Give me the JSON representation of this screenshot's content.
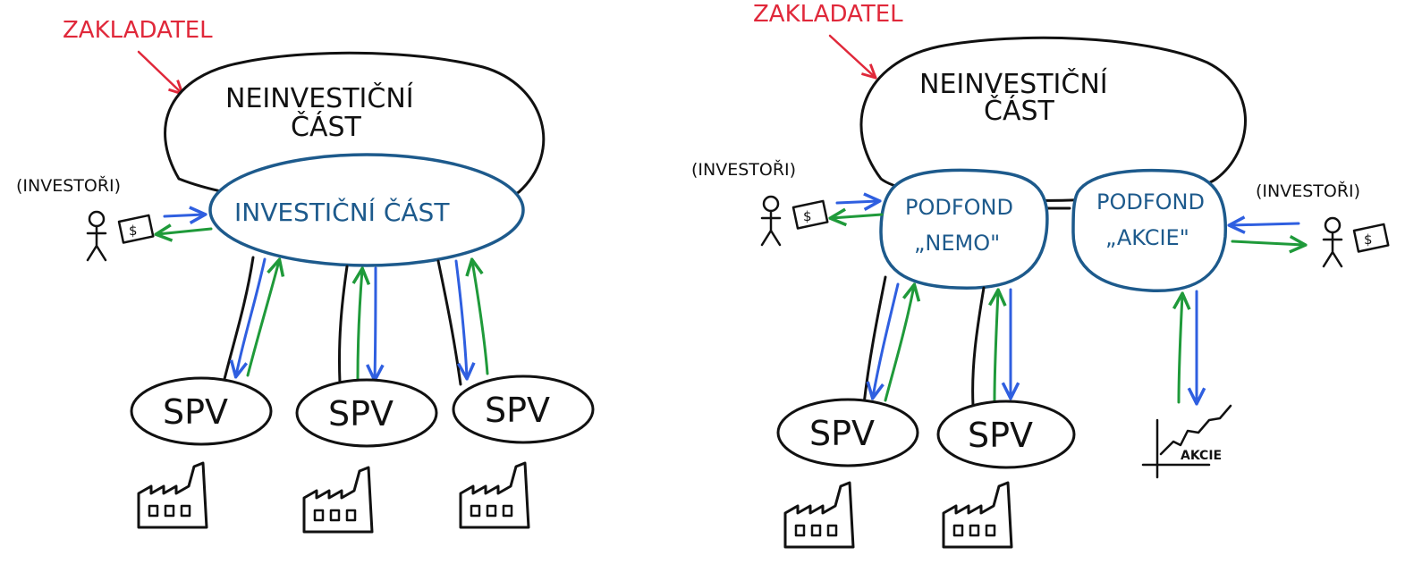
{
  "colors": {
    "founder": "#e0283a",
    "fund": "#1d5a8c",
    "money_in": "#2f5fe0",
    "money_out": "#1f9a3a",
    "ink": "#111111"
  },
  "left_diagram": {
    "founder_label": "ZAKLADATEL",
    "non_investment_line1": "NEINVESTIČNÍ",
    "non_investment_line2": "ČÁST",
    "investment_part": "INVESTIČNÍ ČÁST",
    "investors_label": "(INVESTOŘI)",
    "banknote_symbol": "$",
    "spv": [
      "SPV",
      "SPV",
      "SPV"
    ]
  },
  "right_diagram": {
    "founder_label": "ZAKLADATEL",
    "non_investment_line1": "NEINVESTIČNÍ",
    "non_investment_line2": "ČÁST",
    "subfund_nemo_line1": "PODFOND",
    "subfund_nemo_line2": "„NEMO\"",
    "subfund_akcie_line1": "PODFOND",
    "subfund_akcie_line2": "„AKCIE\"",
    "investors_left_label": "(INVESTOŘI)",
    "investors_right_label": "(INVESTOŘI)",
    "banknote_symbol": "$",
    "spv": [
      "SPV",
      "SPV"
    ],
    "stock_chart_label": "AKCIE"
  }
}
